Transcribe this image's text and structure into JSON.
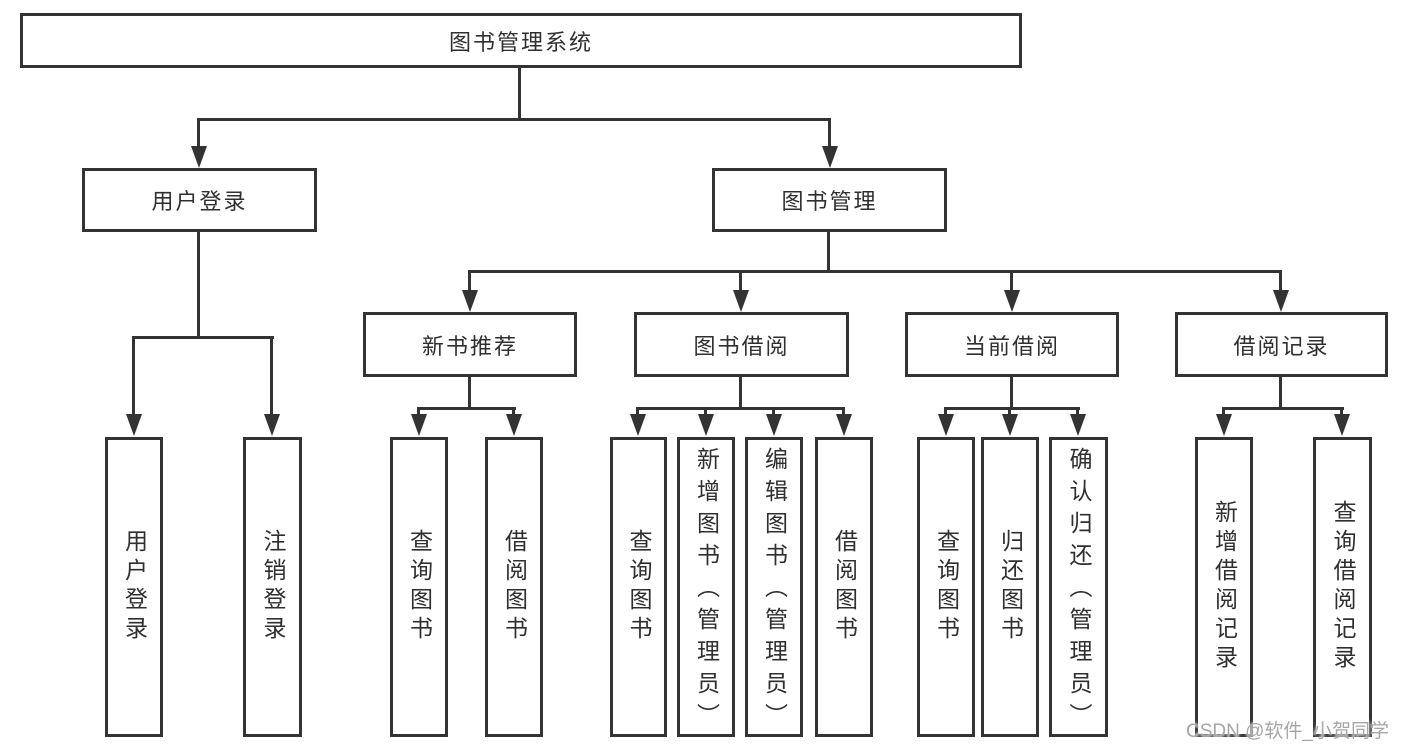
{
  "colors": {
    "line": "#333333",
    "box_border": "#333333",
    "box_fill": "#ffffff",
    "text": "#2f2f2f",
    "watermark": "#a6a6a6"
  },
  "watermark": {
    "text": "CSDN @软件_小贺同学"
  },
  "tree": {
    "root": {
      "label": "图书管理系统"
    },
    "user_login": {
      "label": "用户登录",
      "children": {
        "login": {
          "label": "用户登录"
        },
        "logout": {
          "label": "注销登录"
        }
      }
    },
    "book_management": {
      "label": "图书管理",
      "children": {
        "new_book_recommend": {
          "label": "新书推荐",
          "children": {
            "query_books": {
              "label": "查询图书"
            },
            "borrow_books": {
              "label": "借阅图书"
            }
          }
        },
        "book_borrowing": {
          "label": "图书借阅",
          "children": {
            "query_books": {
              "label": "查询图书"
            },
            "add_books": {
              "label": "新增图书（管理员）"
            },
            "edit_books": {
              "label": "编辑图书（管理员）"
            },
            "borrow_books": {
              "label": "借阅图书"
            }
          }
        },
        "current_borrowing": {
          "label": "当前借阅",
          "children": {
            "query_books": {
              "label": "查询图书"
            },
            "return_books": {
              "label": "归还图书"
            },
            "confirm_return": {
              "label": "确认归还（管理员）"
            }
          }
        },
        "borrowing_records": {
          "label": "借阅记录",
          "children": {
            "add_record": {
              "label": "新增借阅记录"
            },
            "query_record": {
              "label": "查询借阅记录"
            }
          }
        }
      }
    }
  }
}
